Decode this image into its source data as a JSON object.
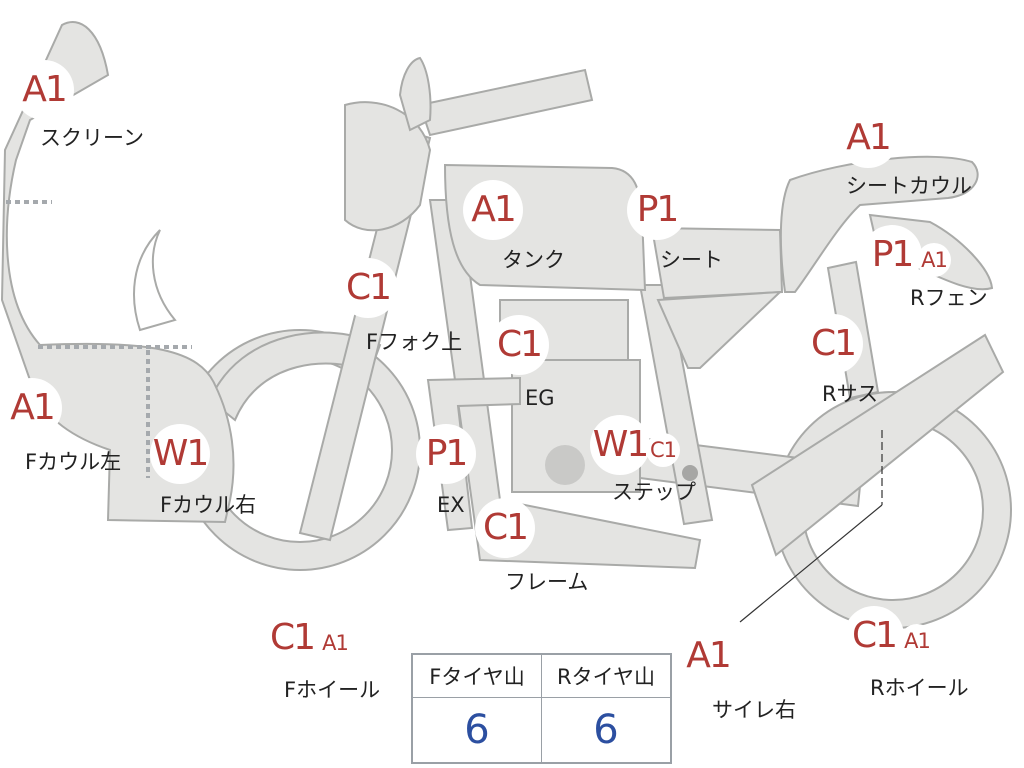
{
  "parts": {
    "screen": {
      "grades": [
        "A1"
      ],
      "label": "スクリーン"
    },
    "tank": {
      "grades": [
        "A1"
      ],
      "label": "タンク"
    },
    "seat": {
      "grades": [
        "P1"
      ],
      "label": "シート"
    },
    "seat_cowl": {
      "grades": [
        "A1"
      ],
      "label": "シートカウル"
    },
    "rear_fender": {
      "grades": [
        "P1",
        "A1"
      ],
      "label": "Rフェン"
    },
    "front_fork": {
      "grades": [
        "C1"
      ],
      "label": "Fフォク上"
    },
    "engine": {
      "grades": [
        "C1"
      ],
      "label": "EG"
    },
    "rear_sus": {
      "grades": [
        "C1"
      ],
      "label": "Rサス"
    },
    "cowl_left": {
      "grades": [
        "A1"
      ],
      "label": "Fカウル左"
    },
    "cowl_right": {
      "grades": [
        "W1"
      ],
      "label": "Fカウル右"
    },
    "exhaust": {
      "grades": [
        "P1"
      ],
      "label": "EX"
    },
    "step": {
      "grades": [
        "W1",
        "C1"
      ],
      "label": "ステップ"
    },
    "frame": {
      "grades": [
        "C1"
      ],
      "label": "フレーム"
    },
    "front_wheel": {
      "grades": [
        "C1",
        "A1"
      ],
      "label": "Fホイール"
    },
    "silencer_right": {
      "grades": [
        "A1"
      ],
      "label": "サイレ右"
    },
    "rear_wheel": {
      "grades": [
        "C1",
        "A1"
      ],
      "label": "Rホイール"
    }
  },
  "tire_table": {
    "headers": [
      "Fタイヤ山",
      "Rタイヤ山"
    ],
    "values": [
      "6",
      "6"
    ]
  },
  "colors": {
    "grade_text": "#b03a35",
    "tire_value": "#2c4fa0",
    "part_fill": "#e4e4e2",
    "part_stroke": "#a9aaa8"
  }
}
